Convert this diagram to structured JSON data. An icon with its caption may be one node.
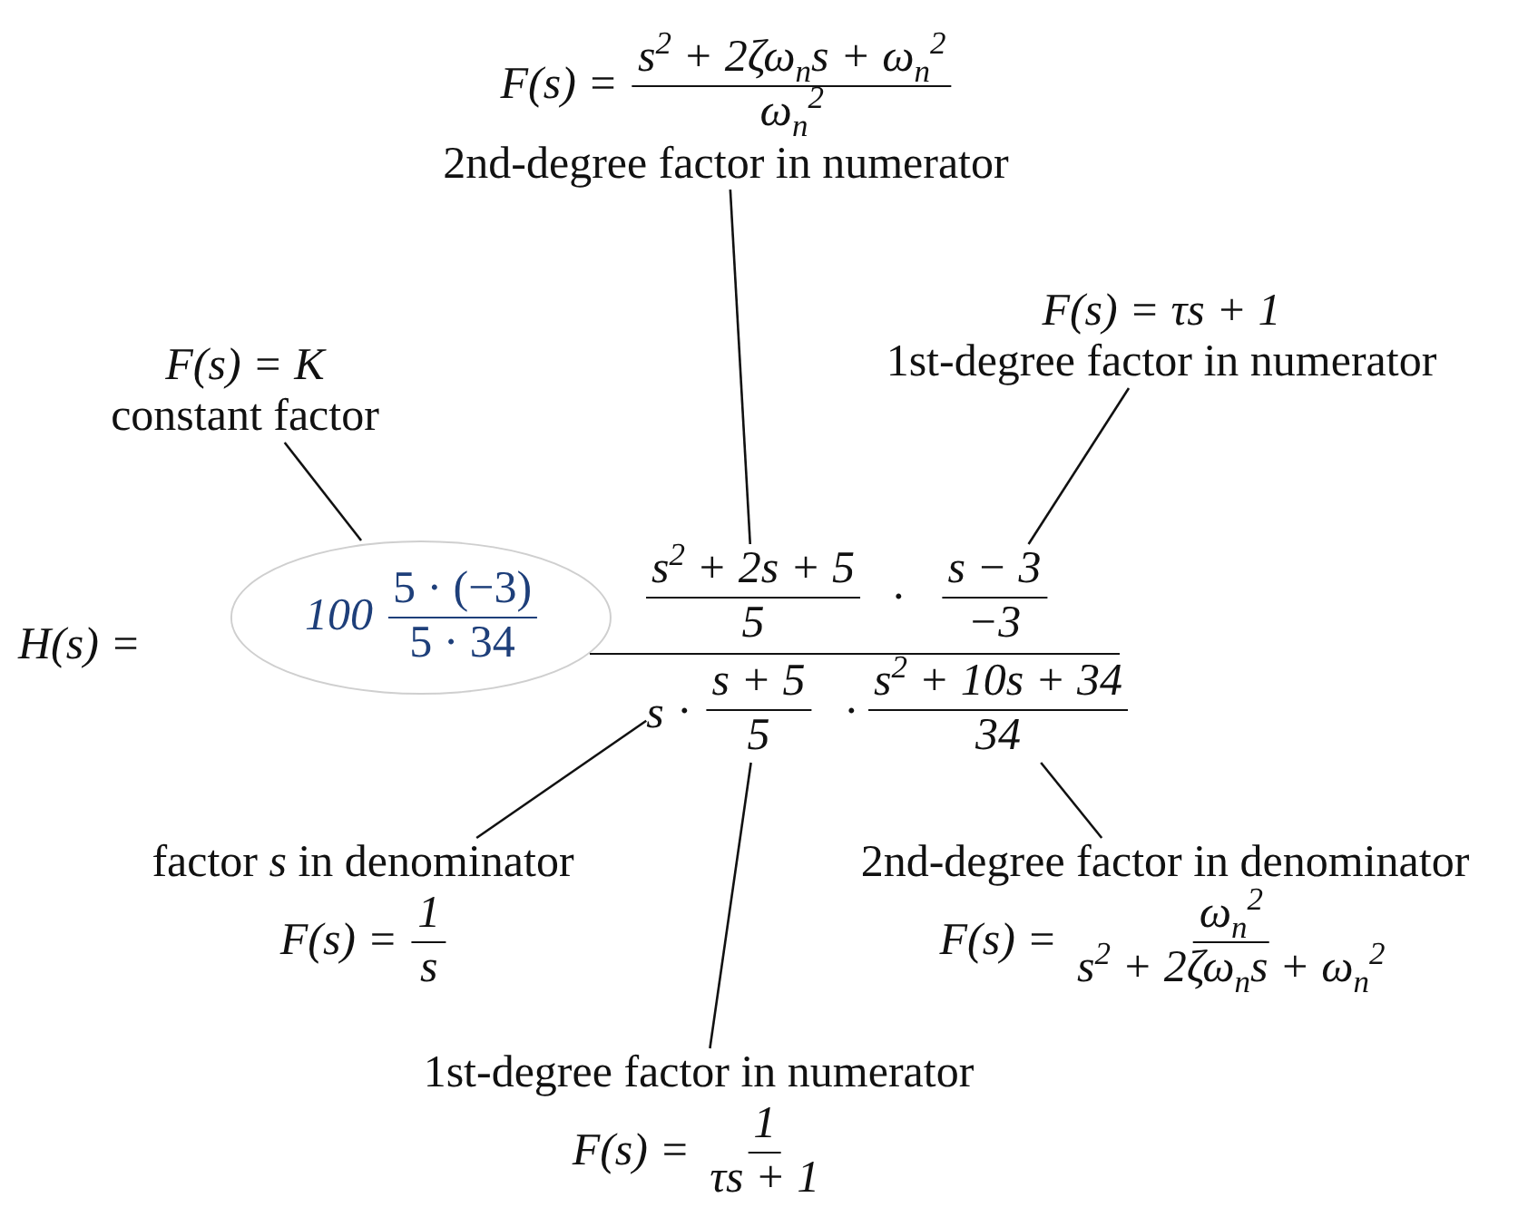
{
  "diagram": {
    "nodes": [
      {
        "text": [
          "F(s) =",
          "s$^{2}$ + 2ζω$_{n}$s + ω$_{n}$$^{2}$",
          "ω$_{n}$$^{2}$",
          "2nd-degree factor in numerator"
        ]
      },
      {
        "text": [
          "F(s) = τs + 1",
          "1st-degree factor in numerator"
        ]
      },
      {
        "text": [
          "F(s) = K",
          "constant factor"
        ]
      },
      {
        "text": [
          "100",
          "5 · (−3)",
          "5 · 34"
        ]
      },
      {
        "text": [
          "s$^{2}$ + 2s + 5",
          "5"
        ]
      },
      {
        "text": [
          "s − 3",
          "−3"
        ]
      },
      {
        "text": [
          "s"
        ]
      },
      {
        "text": [
          "s + 5",
          "5"
        ]
      },
      {
        "text": [
          "s$^{2}$ + 10s + 34",
          "34"
        ]
      },
      {
        "text": [
          "factor *s* in denominator",
          "F(s) =",
          "1",
          "s"
        ]
      },
      {
        "text": [
          "2nd-degree factor in denominator",
          "F(s) =",
          "ω$_{n}$$^{2}$",
          "s$^{2}$ + 2ζω$_{n}$s + ω$_{n}$$^{2}$"
        ]
      },
      {
        "text": [
          "1st-degree factor in numerator",
          "F(s) =",
          "1",
          "τs + 1"
        ]
      }
    ],
    "edges": [
      {
        "from": 0,
        "to": 4,
        "arrow": "none"
      },
      {
        "from": 1,
        "to": 5,
        "arrow": "none"
      },
      {
        "from": 2,
        "to": 3,
        "arrow": "none"
      },
      {
        "from": 9,
        "to": 6,
        "arrow": "none"
      },
      {
        "from": 10,
        "to": 8,
        "arrow": "none"
      },
      {
        "from": 11,
        "to": 7,
        "arrow": "none"
      }
    ],
    "labels": [
      "H(s) =",
      "·",
      "·",
      "·"
    ]
  }
}
